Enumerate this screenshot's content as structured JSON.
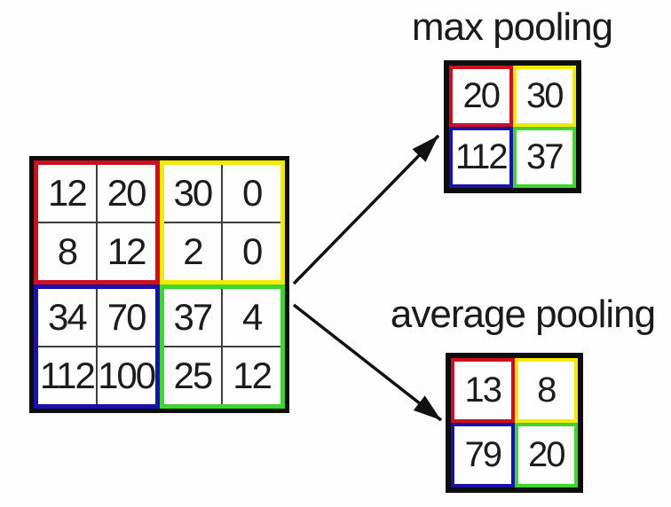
{
  "diagram": {
    "input_matrix": {
      "rows": [
        [
          12,
          20,
          30,
          0
        ],
        [
          8,
          12,
          2,
          0
        ],
        [
          34,
          70,
          37,
          4
        ],
        [
          112,
          100,
          25,
          12
        ]
      ]
    },
    "max_pooling": {
      "title": "max pooling",
      "rows": [
        [
          20,
          30
        ],
        [
          112,
          37
        ]
      ]
    },
    "average_pooling": {
      "title": "average pooling",
      "rows": [
        [
          13,
          8
        ],
        [
          79,
          20
        ]
      ]
    },
    "colors": {
      "quadrant_top_left": "#cc1022",
      "quadrant_top_right": "#f2ea00",
      "quadrant_bottom_left": "#1a10aa",
      "quadrant_bottom_right": "#3ed52e",
      "outline": "#0d0d0d",
      "arrow": "#111111"
    }
  }
}
